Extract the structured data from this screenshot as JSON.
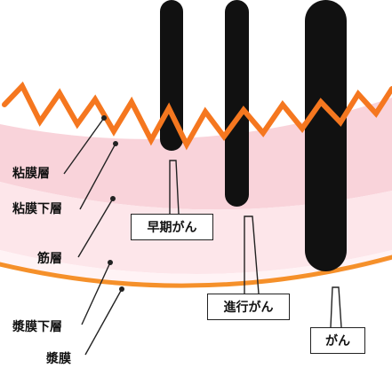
{
  "layers": {
    "mucosa": "粘膜層",
    "submucosa": "粘膜下層",
    "muscularis": "筋層",
    "subserosa": "漿膜下層",
    "serosa": "漿膜"
  },
  "stages": {
    "early": "早期がん",
    "advanced": "進行がん",
    "deep": "がん"
  },
  "colors": {
    "mucosa_line": "#f5771f",
    "serosa_line": "#f5902a",
    "submucosa_band": "#f9d3da",
    "muscularis_band": "#fde6ea",
    "subserosa_band": "#fff3f5",
    "tumor": "#111111"
  }
}
